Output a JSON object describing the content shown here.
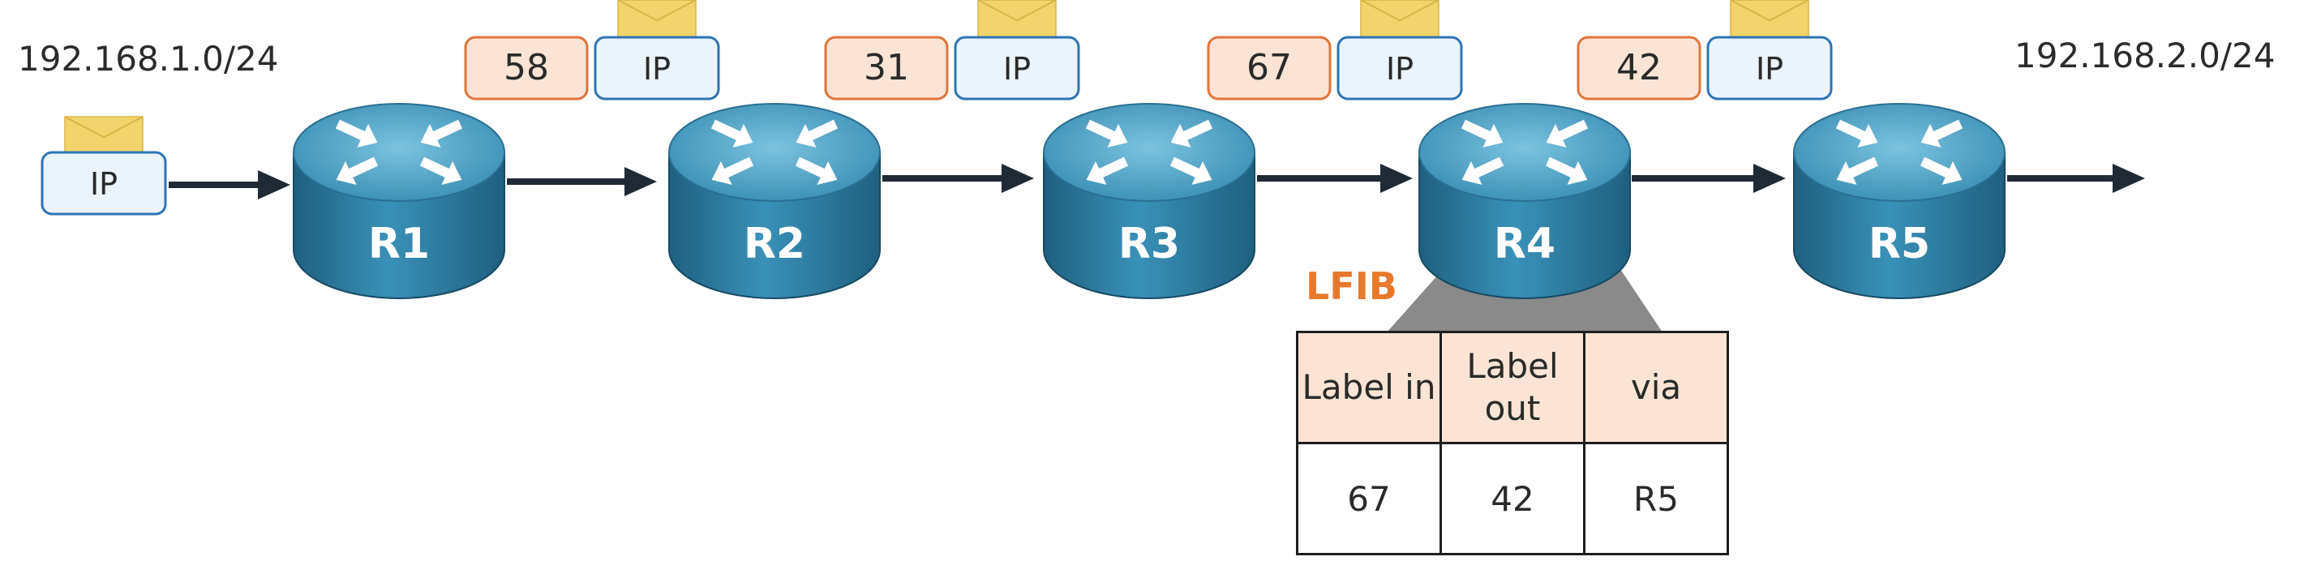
{
  "networks": {
    "left": "192.168.1.0/24",
    "right": "192.168.2.0/24"
  },
  "routers": [
    "R1",
    "R2",
    "R3",
    "R4",
    "R5"
  ],
  "packet_label": "IP",
  "hop_labels": [
    "58",
    "31",
    "67",
    "42"
  ],
  "lfib": {
    "title": "LFIB",
    "headers": [
      "Label in",
      "Label out",
      "via"
    ],
    "row": [
      "67",
      "42",
      "R5"
    ]
  },
  "colors": {
    "router": "#2e7fa5",
    "label_fill": "#fbe4d5",
    "label_border": "#e0753a",
    "ip_fill": "#eaf4fa",
    "ip_border": "#2e74b5",
    "envelope": "#f3d36b",
    "arrow": "#1f2a35",
    "lfib_title": "#e8782c"
  }
}
